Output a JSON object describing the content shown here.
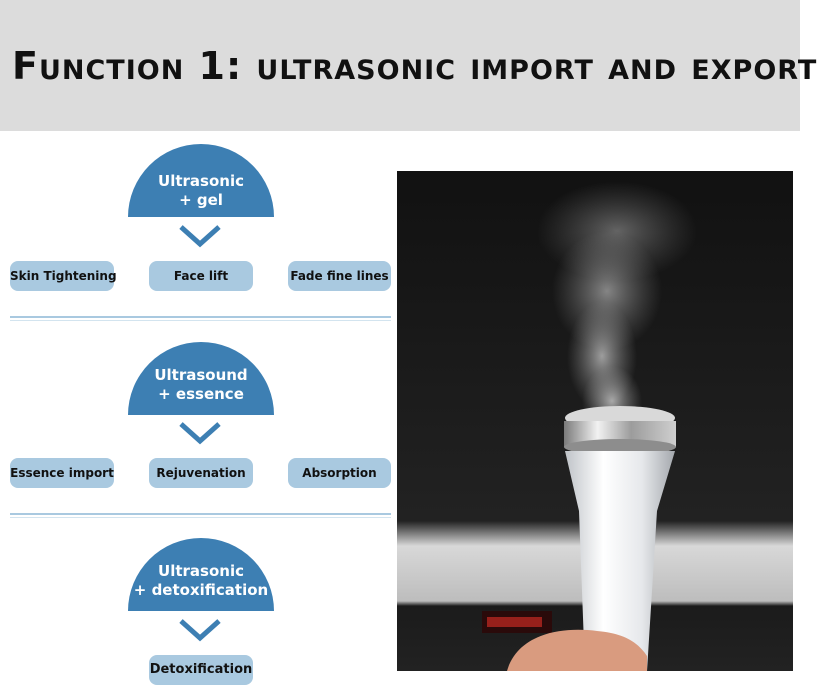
{
  "header": {
    "title": "Function 1: ultrasonic import and export"
  },
  "steps": [
    {
      "dome_label": "Ultrasonic\n+ gel",
      "pills": [
        "Skin Tightening",
        "Face lift",
        "Fade fine lines"
      ]
    },
    {
      "dome_label": "Ultrasound\n+ essence",
      "pills": [
        "Essence import",
        "Rejuvenation",
        "Absorption"
      ]
    },
    {
      "dome_label": "Ultrasonic\n+ detoxification",
      "pills": [
        "Detoxification"
      ]
    }
  ],
  "colors": {
    "dome": "#3d7fb3",
    "pill": "#a9c9e0",
    "header_bg": "#dcdcdc"
  },
  "photo": {
    "subject": "ultrasonic-beauty-device-emitting-mist-icon"
  }
}
